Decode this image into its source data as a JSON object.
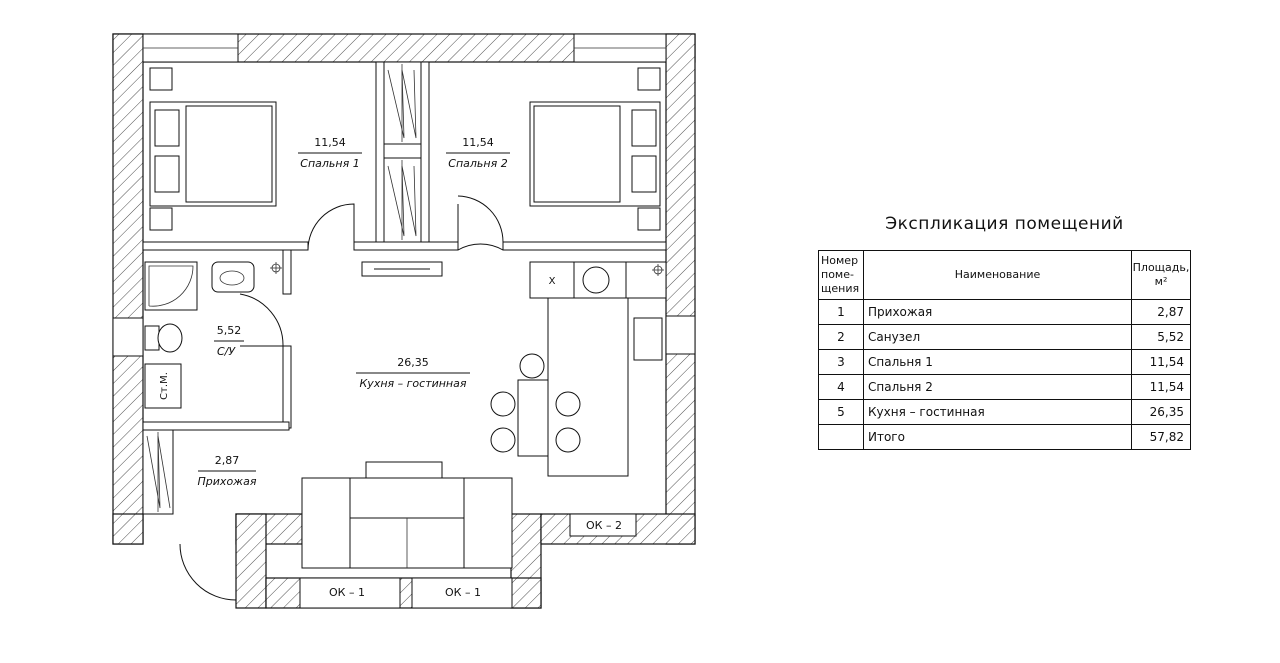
{
  "plan": {
    "rooms": [
      {
        "area": "11,54",
        "name": "Спальня 1"
      },
      {
        "area": "11,54",
        "name": "Спальня 2"
      },
      {
        "area": "5,52",
        "name": "С/У"
      },
      {
        "area": "26,35",
        "name": "Кухня – гостинная"
      },
      {
        "area": "2,87",
        "name": "Прихожая"
      }
    ],
    "windows": [
      "ОК – 1",
      "ОК – 1",
      "ОК – 2"
    ],
    "washer_label": "Ст.М.",
    "stove_mark": "X"
  },
  "explication": {
    "title": "Экспликация помещений",
    "headers": {
      "number": "Номер поме- щения",
      "name": "Наименование",
      "area": "Площадь, м²"
    },
    "rows": [
      {
        "num": "1",
        "name": "Прихожая",
        "area": "2,87"
      },
      {
        "num": "2",
        "name": "Санузел",
        "area": "5,52"
      },
      {
        "num": "3",
        "name": "Спальня 1",
        "area": "11,54"
      },
      {
        "num": "4",
        "name": "Спальня 2",
        "area": "11,54"
      },
      {
        "num": "5",
        "name": "Кухня – гостинная",
        "area": "26,35"
      },
      {
        "num": "",
        "name": "Итого",
        "area": "57,82"
      }
    ]
  }
}
